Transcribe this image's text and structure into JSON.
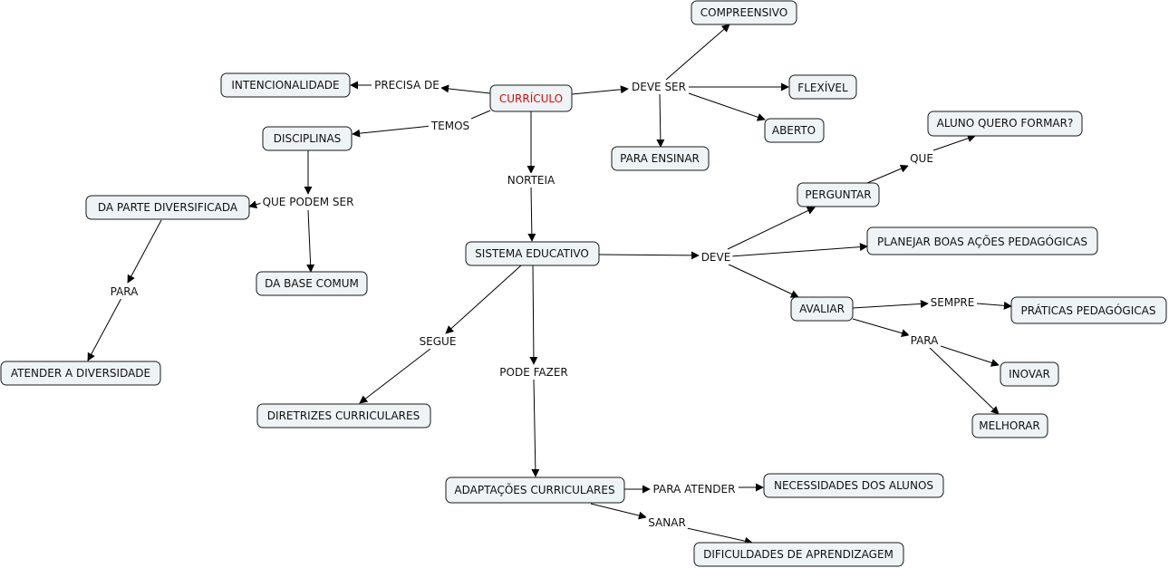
{
  "colors": {
    "root_text": "#cc1111",
    "node_fill": "#eef3f5",
    "line": "#000000"
  },
  "nodes": {
    "curriculo": "CURRÍCULO",
    "intencionalidade": "INTENCIONALIDADE",
    "disciplinas": "DISCIPLINAS",
    "parte_diversificada": "DA PARTE DIVERSIFICADA",
    "base_comum": "DA BASE COMUM",
    "atender_diversidade": "ATENDER A DIVERSIDADE",
    "compreensivo": "COMPREENSIVO",
    "flexivel": "FLEXÍVEL",
    "aberto": "ABERTO",
    "para_ensinar": "PARA ENSINAR",
    "sistema_educativo": "SISTEMA EDUCATIVO",
    "diretrizes": "DIRETRIZES CURRICULARES",
    "adaptacoes": "ADAPTAÇÕES CURRICULARES",
    "necessidades": "NECESSIDADES DOS ALUNOS",
    "dificuldades": "DIFICULDADES DE APRENDIZAGEM",
    "perguntar": "PERGUNTAR",
    "aluno_formar": "ALUNO QUERO FORMAR?",
    "planejar": "PLANEJAR BOAS AÇÕES PEDAGÓGICAS",
    "avaliar": "AVALIAR",
    "praticas": "PRÁTICAS PEDAGÓGICAS",
    "inovar": "INOVAR",
    "melhorar": "MELHORAR"
  },
  "links": {
    "precisa_de": "PRECISA DE",
    "temos": "TEMOS",
    "que_podem_ser": "QUE PODEM SER",
    "para_1": "PARA",
    "deve_ser": "DEVE SER",
    "norteia": "NORTEIA",
    "segue": "SEGUE",
    "pode_fazer": "PODE FAZER",
    "para_atender": "PARA ATENDER",
    "sanar": "SANAR",
    "deve": "DEVE",
    "que": "QUE",
    "sempre": "SEMPRE",
    "para_2": "PARA"
  }
}
